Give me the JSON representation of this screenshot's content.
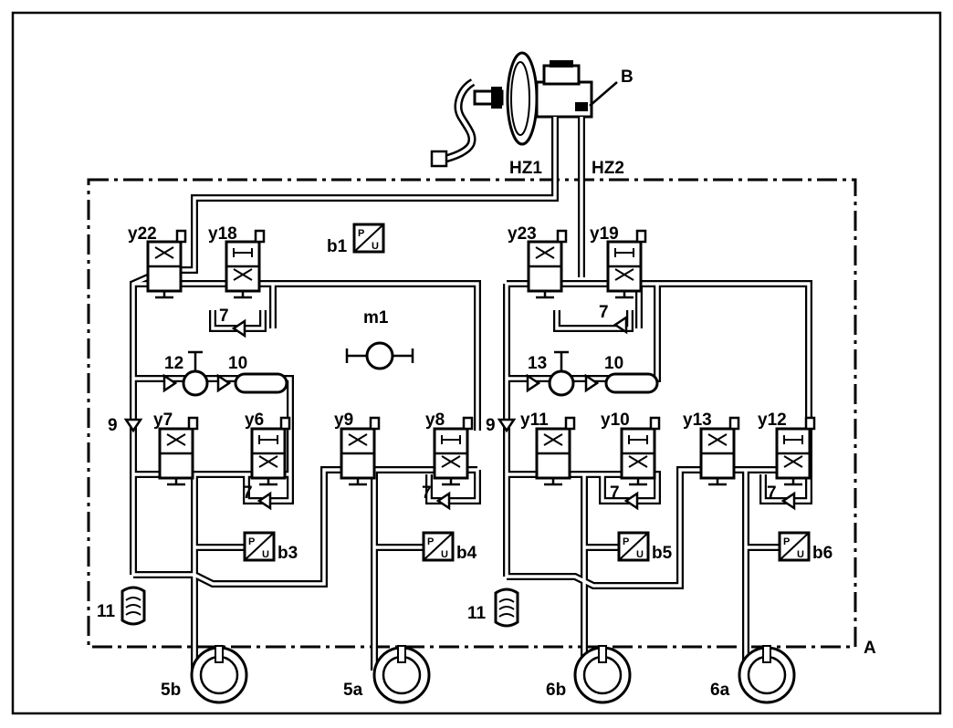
{
  "labels": {
    "B": "B",
    "A": "A",
    "HZ1": "HZ1",
    "HZ2": "HZ2",
    "m1": "m1",
    "b1": "b1",
    "b3": "b3",
    "b4": "b4",
    "b5": "b5",
    "b6": "b6",
    "y22": "y22",
    "y18": "y18",
    "y23": "y23",
    "y19": "y19",
    "y7": "y7",
    "y6": "y6",
    "y9": "y9",
    "y8": "y8",
    "y11": "y11",
    "y10": "y10",
    "y13": "y13",
    "y12": "y12",
    "n12": "12",
    "n13": "13",
    "n10a": "10",
    "n10b": "10",
    "n9a": "9",
    "n9b": "9",
    "n11a": "11",
    "n11b": "11",
    "n7a": "7",
    "n7b": "7",
    "n7c": "7",
    "n7d": "7",
    "n7e": "7",
    "n7f": "7",
    "w5b": "5b",
    "w5a": "5a",
    "w6b": "6b",
    "w6a": "6a"
  },
  "sensor_symbol": {
    "top": "P",
    "bottom": "U"
  }
}
